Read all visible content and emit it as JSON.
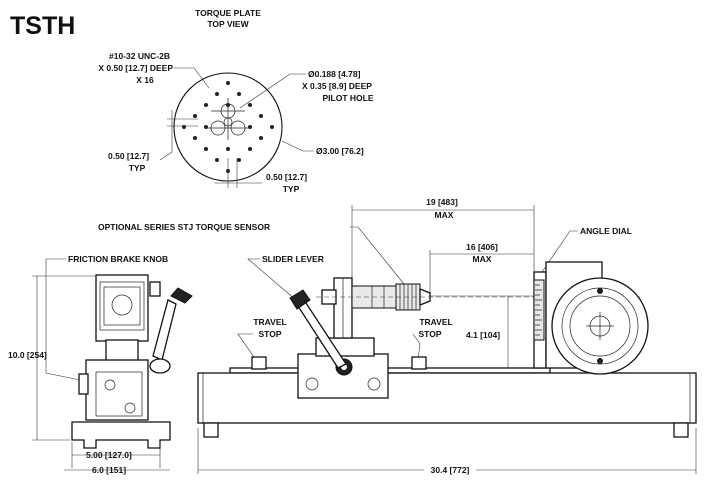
{
  "title": "TSTH",
  "top_view": {
    "heading_line1": "TORQUE PLATE",
    "heading_line2": "TOP VIEW",
    "thread_line1": "#10-32 UNC-2B",
    "thread_line2": "X 0.50 [12.7] DEEP",
    "thread_line3": "X 16",
    "pilot_line1": "Ø0.188 [4.78]",
    "pilot_line2": "X 0.35 [8.9] DEEP",
    "pilot_line3": "PILOT HOLE",
    "diameter": "Ø3.00 [76.2]",
    "left_typ_value": "0.50 [12.7]",
    "left_typ_label": "TYP",
    "bottom_typ_value": "0.50 [12.7]",
    "bottom_typ_label": "TYP"
  },
  "side_view": {
    "friction_brake_knob": "FRICTION BRAKE KNOB",
    "height_dim": "10.0 [254]",
    "base_width_inner": "5.00 [127.0]",
    "base_width_outer": "6.0 [151]"
  },
  "front_view": {
    "optional_sensor": "OPTIONAL SERIES STJ TORQUE SENSOR",
    "slider_lever": "SLIDER LEVER",
    "travel_stop_left_line1": "TRAVEL",
    "travel_stop_left_line2": "STOP",
    "travel_stop_right_line1": "TRAVEL",
    "travel_stop_right_line2": "STOP",
    "dim_19_value": "19 [483]",
    "dim_19_label": "MAX",
    "dim_16_value": "16 [406]",
    "dim_16_label": "MAX",
    "angle_dial": "ANGLE DIAL",
    "dim_height_41": "4.1 [104]",
    "overall_length": "30.4 [772]"
  }
}
